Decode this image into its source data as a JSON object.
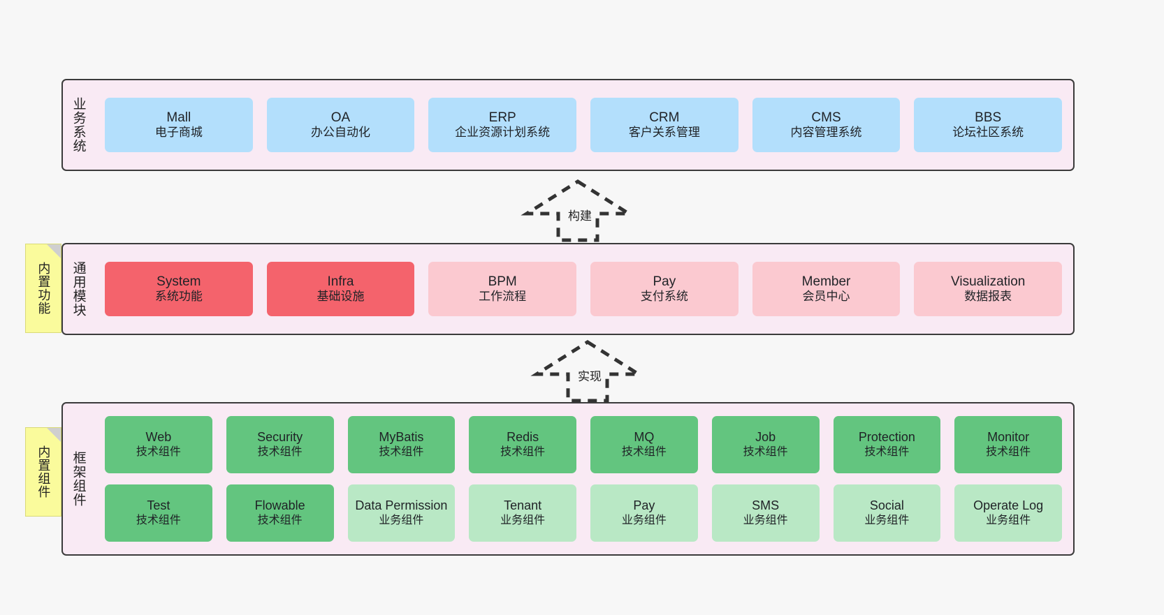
{
  "diagram": {
    "title": "",
    "colors": {
      "canvas": "#f7f7f7",
      "layer_bg": "#f9eaf4",
      "layer_border": "#3b3b3b",
      "blue": "#b3dffc",
      "red": "#f4636c",
      "pink": "#fbc9d0",
      "green": "#63c57f",
      "green_light": "#b9e8c5",
      "note": "#fafb9c",
      "note_fold": "#cfcfcf"
    }
  },
  "layers": [
    {
      "id": "business",
      "title": "业务系统",
      "rows": [
        [
          {
            "name": "Mall",
            "desc": "电子商城",
            "color": "blue"
          },
          {
            "name": "OA",
            "desc": "办公自动化",
            "color": "blue"
          },
          {
            "name": "ERP",
            "desc": "企业资源计划系统",
            "color": "blue"
          },
          {
            "name": "CRM",
            "desc": "客户关系管理",
            "color": "blue"
          },
          {
            "name": "CMS",
            "desc": "内容管理系统",
            "color": "blue"
          },
          {
            "name": "BBS",
            "desc": "论坛社区系统",
            "color": "blue"
          }
        ]
      ]
    },
    {
      "id": "common",
      "title": "通用模块",
      "note": "内置功能",
      "rows": [
        [
          {
            "name": "System",
            "desc": "系统功能",
            "color": "red"
          },
          {
            "name": "Infra",
            "desc": "基础设施",
            "color": "red"
          },
          {
            "name": "BPM",
            "desc": "工作流程",
            "color": "pink"
          },
          {
            "name": "Pay",
            "desc": "支付系统",
            "color": "pink"
          },
          {
            "name": "Member",
            "desc": "会员中心",
            "color": "pink"
          },
          {
            "name": "Visualization",
            "desc": "数据报表",
            "color": "pink"
          }
        ]
      ]
    },
    {
      "id": "framework",
      "title": "框架组件",
      "note": "内置组件",
      "rows": [
        [
          {
            "name": "Web",
            "desc": "技术组件",
            "color": "green"
          },
          {
            "name": "Security",
            "desc": "技术组件",
            "color": "green"
          },
          {
            "name": "MyBatis",
            "desc": "技术组件",
            "color": "green"
          },
          {
            "name": "Redis",
            "desc": "技术组件",
            "color": "green"
          },
          {
            "name": "MQ",
            "desc": "技术组件",
            "color": "green"
          },
          {
            "name": "Job",
            "desc": "技术组件",
            "color": "green"
          },
          {
            "name": "Protection",
            "desc": "技术组件",
            "color": "green"
          },
          {
            "name": "Monitor",
            "desc": "技术组件",
            "color": "green"
          }
        ],
        [
          {
            "name": "Test",
            "desc": "技术组件",
            "color": "green"
          },
          {
            "name": "Flowable",
            "desc": "技术组件",
            "color": "green"
          },
          {
            "name": "Data Permission",
            "desc": "业务组件",
            "color": "green_light"
          },
          {
            "name": "Tenant",
            "desc": "业务组件",
            "color": "green_light"
          },
          {
            "name": "Pay",
            "desc": "业务组件",
            "color": "green_light"
          },
          {
            "name": "SMS",
            "desc": "业务组件",
            "color": "green_light"
          },
          {
            "name": "Social",
            "desc": "业务组件",
            "color": "green_light"
          },
          {
            "name": "Operate Log",
            "desc": "业务组件",
            "color": "green_light"
          }
        ]
      ]
    }
  ],
  "connectors": [
    {
      "id": "build",
      "label": "构建",
      "from": "common",
      "to": "business",
      "style": "dashed-hollow-arrow-up"
    },
    {
      "id": "impl",
      "label": "实现",
      "from": "framework",
      "to": "common",
      "style": "dashed-hollow-arrow-up"
    }
  ]
}
